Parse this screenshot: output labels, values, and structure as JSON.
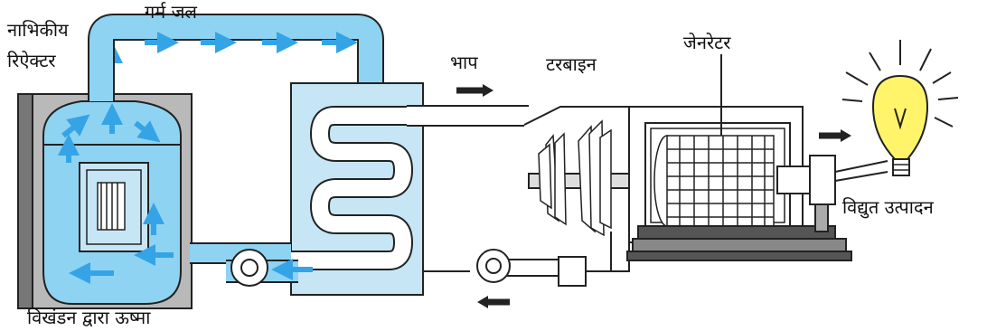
{
  "labels": {
    "reactor": [
      "नाभिकीय",
      "रिऐक्टर"
    ],
    "hot_water": "गर्म जल",
    "steam": "भाप",
    "turbine": "टरबाइन",
    "generator": "जेनरेटर",
    "electricity": "विद्युत उत्पादन",
    "fission_heat": "विखंडन द्वारा ऊष्मा"
  },
  "colors": {
    "water": "#c6e6f6",
    "hot_water_blue": "#8fd3f2",
    "arrow_blue": "#35a4e6",
    "casing": "#c9c9c9",
    "bulb": "#fff46a"
  },
  "icons": [
    "arrow-icon",
    "bulb-icon",
    "turbine-icon",
    "pump-icon"
  ]
}
